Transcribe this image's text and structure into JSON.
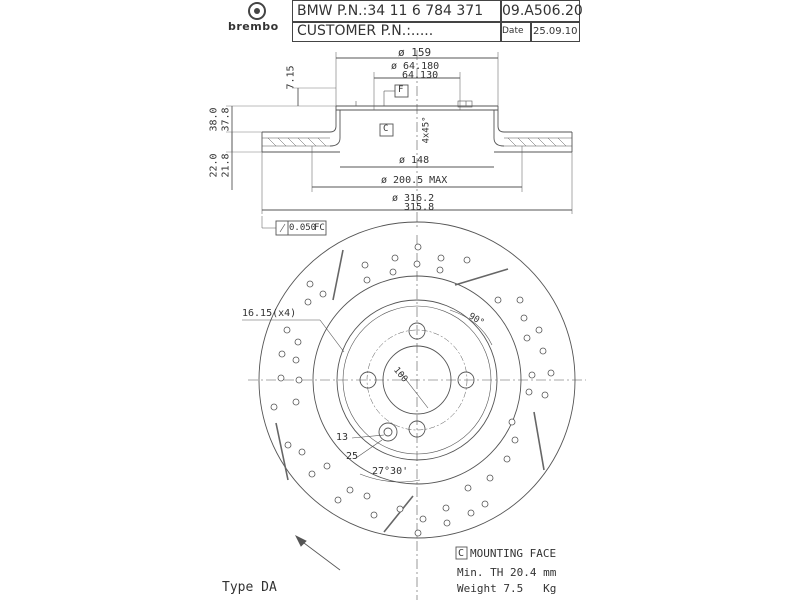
{
  "title_block": {
    "brand": "brembo",
    "bmw_pn": "BMW P.N.:34 11 6 784 371",
    "part_no": "09.A506.20",
    "customer_pn": "CUSTOMER P.N.:.....",
    "date_label": "Date",
    "date_value": "25.09.10"
  },
  "section_dims": {
    "d159": "ø 159",
    "d64_upper": "ø 64.180",
    "d64_lower": "64.130",
    "h715": "7.15",
    "datum_f": "F",
    "datum_c": "C",
    "chamfer": "4x45°",
    "h380": "38.0",
    "h378": "37.8",
    "h220": "22.0",
    "h218": "21.8",
    "d148": "ø 148",
    "d2005": "ø 200.5 MAX",
    "d3162": "ø 316.2",
    "d3158": "315.8",
    "runout": "0.050",
    "runout_ref": "FC"
  },
  "face_dims": {
    "holes": "16.15(x4)",
    "angle90": "90°",
    "pcd": "100",
    "d13": "13",
    "r25": "25",
    "angle27": "27°30'"
  },
  "notes": {
    "mounting_label": "C",
    "mounting_face": "MOUNTING FACE",
    "min_th": "Min. TH 20.4 mm",
    "weight": "Weight 7.5   Kg",
    "type": "Type DA"
  }
}
